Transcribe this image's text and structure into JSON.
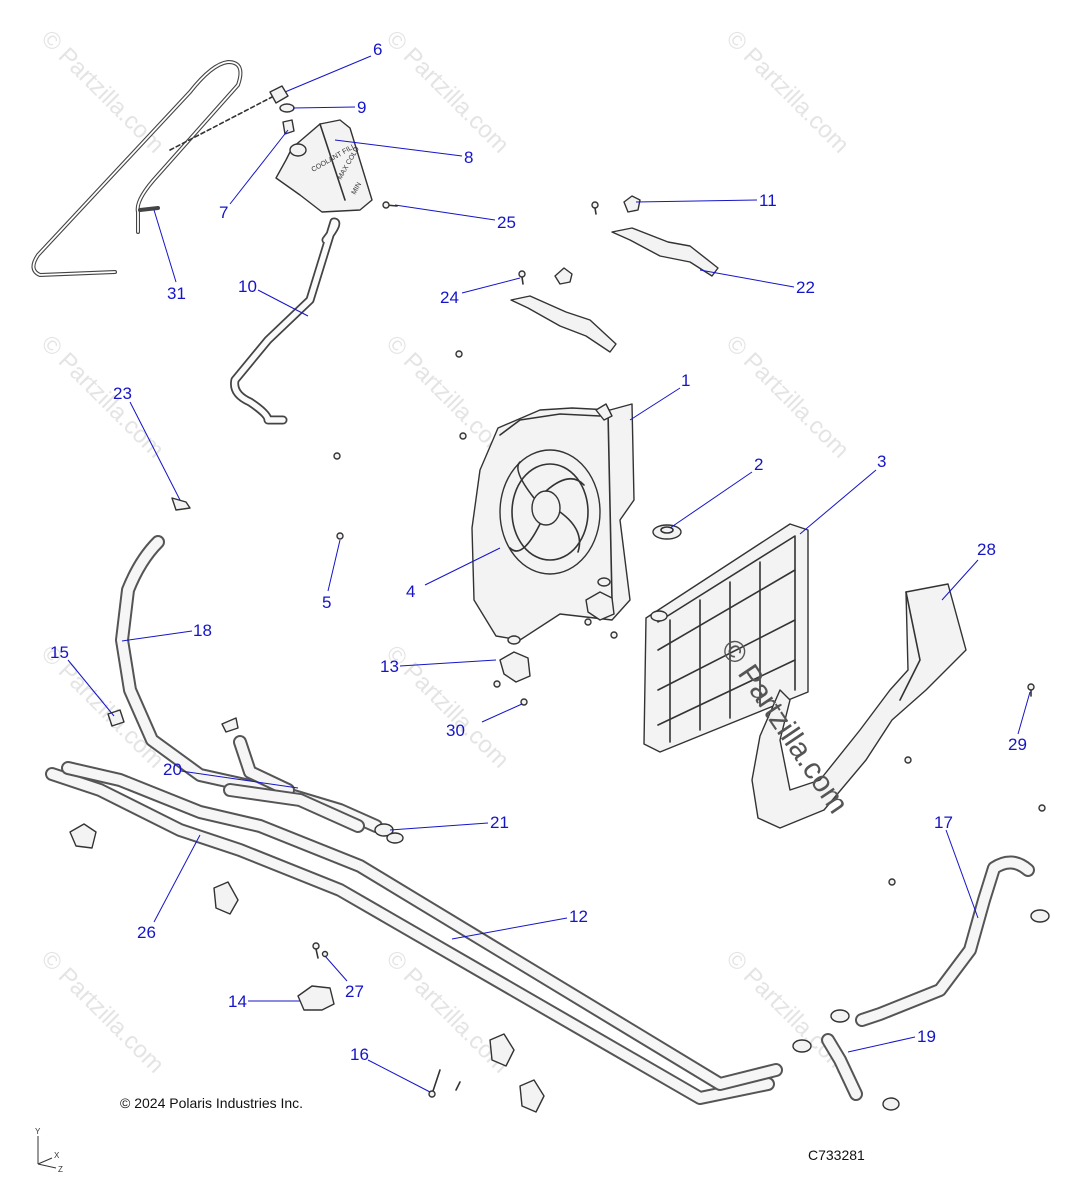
{
  "watermark": {
    "text": "© Partzilla.com",
    "center_text": "© Partzilla.com"
  },
  "copyright": "© 2024 Polaris Industries Inc.",
  "diagram_code": "C733281",
  "axes": {
    "y": "Y",
    "x": "X",
    "z": "Z"
  },
  "tank_decal": {
    "line1": "COOLANT FILL",
    "line2": "MAX COLD",
    "line3": "MIN"
  },
  "callouts": [
    {
      "id": "1",
      "label": "1"
    },
    {
      "id": "2",
      "label": "2"
    },
    {
      "id": "3",
      "label": "3"
    },
    {
      "id": "4",
      "label": "4"
    },
    {
      "id": "5",
      "label": "5"
    },
    {
      "id": "6",
      "label": "6"
    },
    {
      "id": "7",
      "label": "7"
    },
    {
      "id": "8",
      "label": "8"
    },
    {
      "id": "9",
      "label": "9"
    },
    {
      "id": "10",
      "label": "10"
    },
    {
      "id": "11",
      "label": "11"
    },
    {
      "id": "12",
      "label": "12"
    },
    {
      "id": "13",
      "label": "13"
    },
    {
      "id": "14",
      "label": "14"
    },
    {
      "id": "15",
      "label": "15"
    },
    {
      "id": "16",
      "label": "16"
    },
    {
      "id": "17",
      "label": "17"
    },
    {
      "id": "18",
      "label": "18"
    },
    {
      "id": "19",
      "label": "19"
    },
    {
      "id": "20",
      "label": "20"
    },
    {
      "id": "21",
      "label": "21"
    },
    {
      "id": "22",
      "label": "22"
    },
    {
      "id": "23",
      "label": "23"
    },
    {
      "id": "24",
      "label": "24"
    },
    {
      "id": "25",
      "label": "25"
    },
    {
      "id": "26",
      "label": "26"
    },
    {
      "id": "27",
      "label": "27"
    },
    {
      "id": "28",
      "label": "28"
    },
    {
      "id": "29",
      "label": "29"
    },
    {
      "id": "30",
      "label": "30"
    },
    {
      "id": "31",
      "label": "31"
    }
  ]
}
